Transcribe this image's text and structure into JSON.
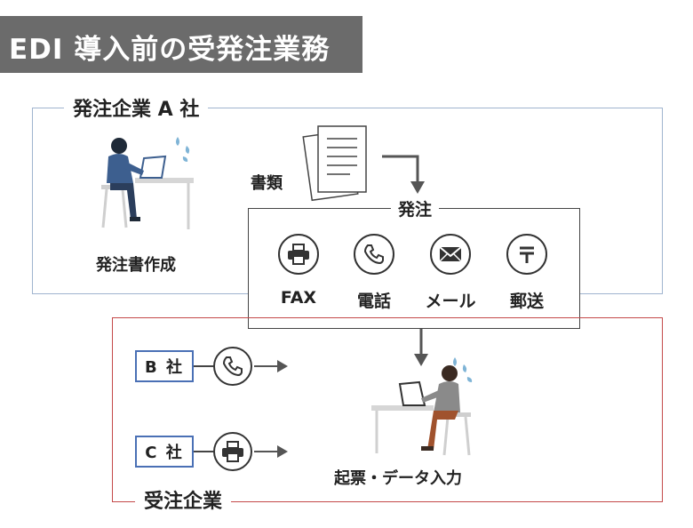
{
  "title": "EDI 導入前の受発注業務",
  "ordering_company": {
    "label": "発注企業 A 社",
    "documents_label": "書類",
    "activity_label": "発注書作成"
  },
  "order": {
    "title": "発注",
    "methods": [
      {
        "icon": "fax-icon",
        "label": "FAX"
      },
      {
        "icon": "phone-icon",
        "label": "電話"
      },
      {
        "icon": "mail-icon",
        "label": "メール"
      },
      {
        "icon": "postal-mark-icon",
        "label": "郵送"
      }
    ]
  },
  "receiving_company": {
    "label": "受注企業",
    "activity_label": "起票・データ入力",
    "others": [
      {
        "label": "B 社",
        "icon": "phone-icon"
      },
      {
        "label": "C 社",
        "icon": "fax-icon"
      }
    ]
  },
  "colors": {
    "title_bg": "#6b6b6b",
    "ordering_border": "#9fb4cf",
    "receiving_border": "#c44a4a",
    "company_box_border": "#4a70b5",
    "worker_shirt_a": "#3d5f8f",
    "worker_shirt_b": "#8a8a8a"
  }
}
